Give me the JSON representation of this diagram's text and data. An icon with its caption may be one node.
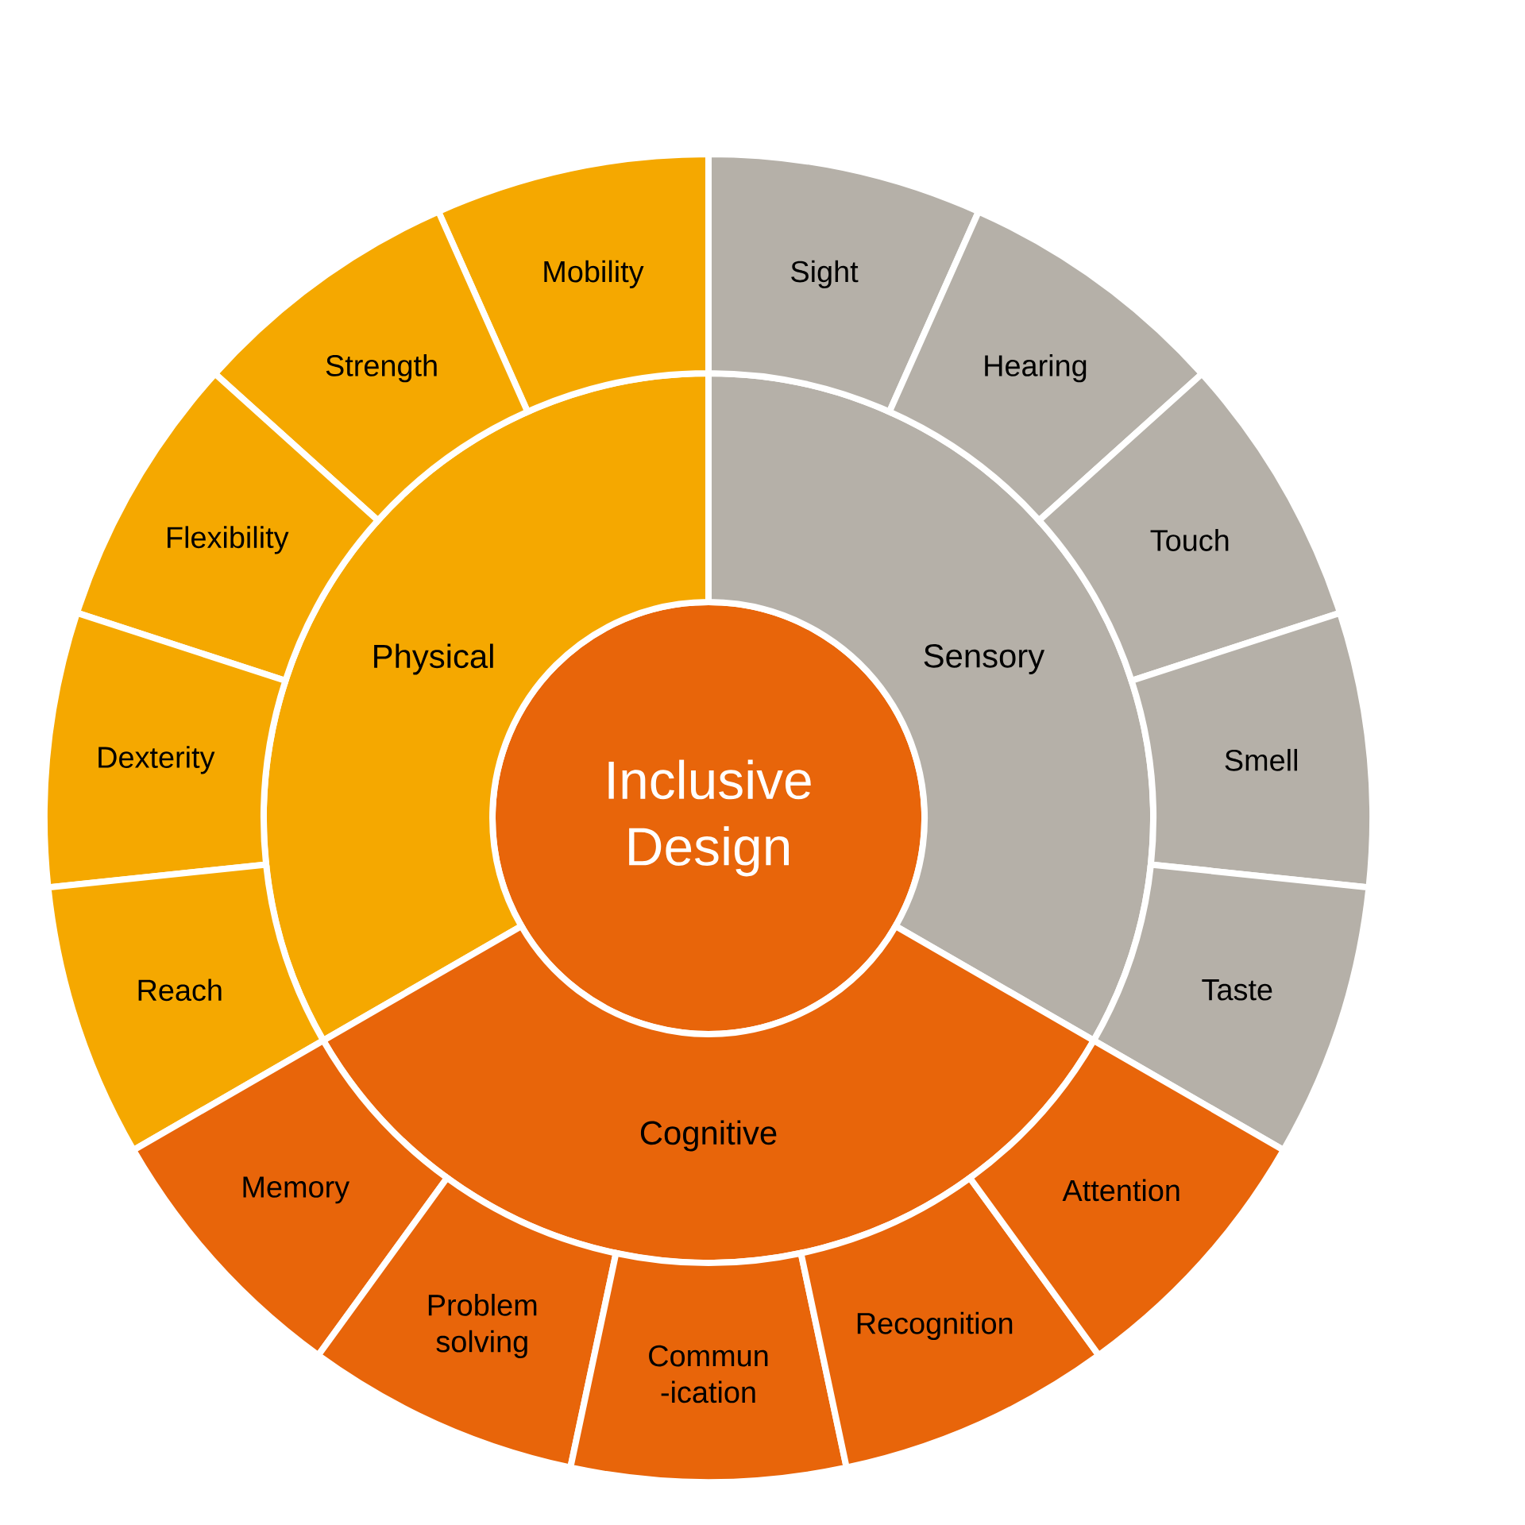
{
  "diagram": {
    "nodes": [
      {
        "text": [
          "Inclusive Design"
        ]
      },
      {
        "text": [
          "Physical"
        ]
      },
      {
        "text": [
          "Sensory"
        ]
      },
      {
        "text": [
          "Cognitive"
        ]
      },
      {
        "text": [
          "Mobility"
        ]
      },
      {
        "text": [
          "Strength"
        ]
      },
      {
        "text": [
          "Flexibility"
        ]
      },
      {
        "text": [
          "Dexterity"
        ]
      },
      {
        "text": [
          "Reach"
        ]
      },
      {
        "text": [
          "Sight"
        ]
      },
      {
        "text": [
          "Hearing"
        ]
      },
      {
        "text": [
          "Touch"
        ]
      },
      {
        "text": [
          "Smell"
        ]
      },
      {
        "text": [
          "Taste"
        ]
      },
      {
        "text": [
          "Memory"
        ]
      },
      {
        "text": [
          "Problem solving"
        ]
      },
      {
        "text": [
          "Commun -ication"
        ]
      },
      {
        "text": [
          "Recognition"
        ]
      },
      {
        "text": [
          "Attention"
        ]
      }
    ]
  }
}
